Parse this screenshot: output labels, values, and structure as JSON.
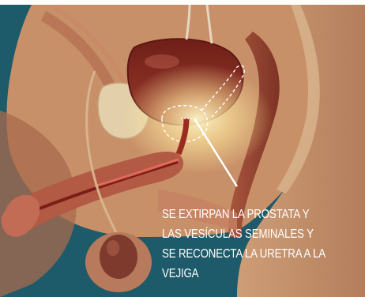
{
  "annotation": {
    "lines": [
      "SE EXTIRPAN LA PRÓSTATA Y",
      "LAS VESÍCULAS SEMINALES Y",
      "SE RECONECTA LA URETRA A LA",
      "VEJIGA"
    ]
  },
  "colors": {
    "background": "#1d5a6a",
    "skin": "#c89a72",
    "tissue": "#c98a66",
    "bladder": "#8a2e22",
    "highlight": "#fff2b0",
    "leader_line": "#ffffff"
  }
}
